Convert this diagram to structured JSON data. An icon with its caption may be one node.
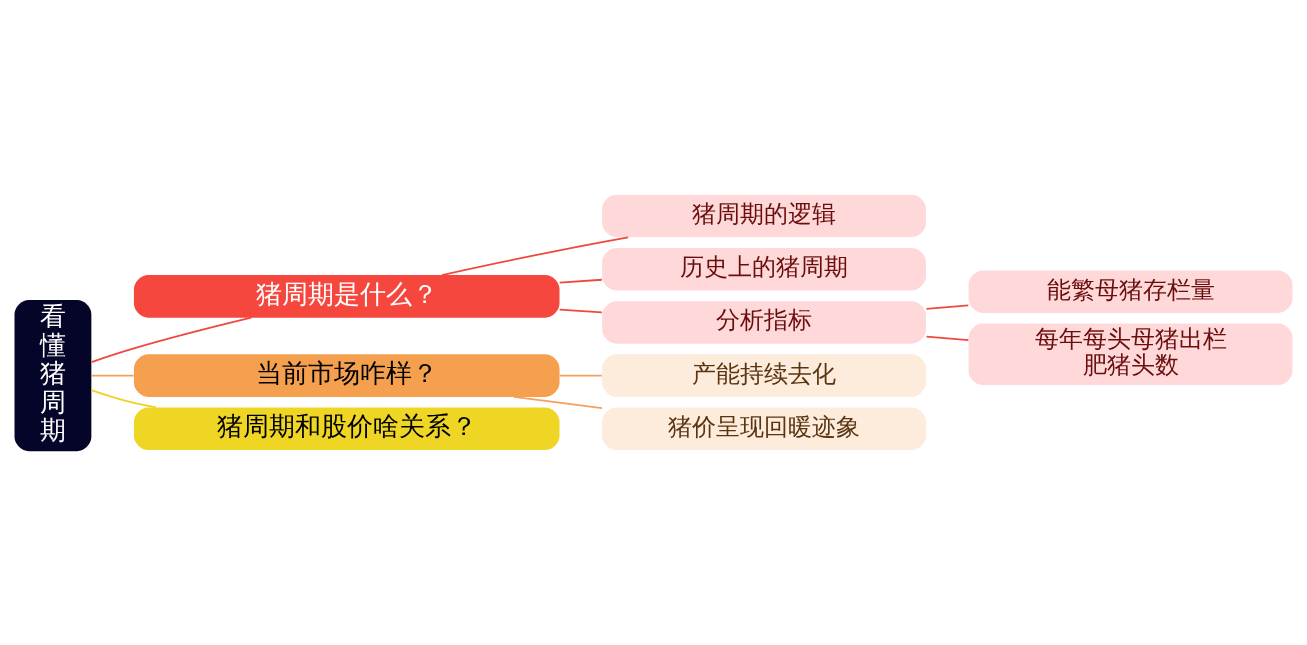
{
  "diagram": {
    "nodes": [
      {
        "text": [
          "看懂猪周期"
        ]
      },
      {
        "text": [
          "猪周期是什么？"
        ]
      },
      {
        "text": [
          "猪周期的逻辑"
        ]
      },
      {
        "text": [
          "历史上的猪周期"
        ]
      },
      {
        "text": [
          "分析指标"
        ]
      },
      {
        "text": [
          "能繁母猪存栏量"
        ]
      },
      {
        "text": [
          "每年每头母猪出栏肥猪头数"
        ]
      },
      {
        "text": [
          "当前市场咋样？"
        ]
      },
      {
        "text": [
          "产能持续去化"
        ]
      },
      {
        "text": [
          "猪价呈现回暖迹象"
        ]
      },
      {
        "text": [
          "猪周期和股价啥关系？"
        ]
      }
    ],
    "edges": [
      {
        "from": 0,
        "to": 1,
        "arrow": "none"
      },
      {
        "from": 1,
        "to": 2,
        "arrow": "none"
      },
      {
        "from": 1,
        "to": 3,
        "arrow": "none"
      },
      {
        "from": 1,
        "to": 4,
        "arrow": "none"
      },
      {
        "from": 4,
        "to": 5,
        "arrow": "none"
      },
      {
        "from": 4,
        "to": 6,
        "arrow": "none"
      },
      {
        "from": 0,
        "to": 7,
        "arrow": "none",
        "color": "#f5a05a"
      },
      {
        "from": 7,
        "to": 8,
        "arrow": "none",
        "color": "#f5a05a"
      },
      {
        "from": 7,
        "to": 9,
        "arrow": "none",
        "color": "#f5a05a"
      },
      {
        "from": 0,
        "to": 10,
        "arrow": "none",
        "color": "#f0d020"
      }
    ]
  }
}
